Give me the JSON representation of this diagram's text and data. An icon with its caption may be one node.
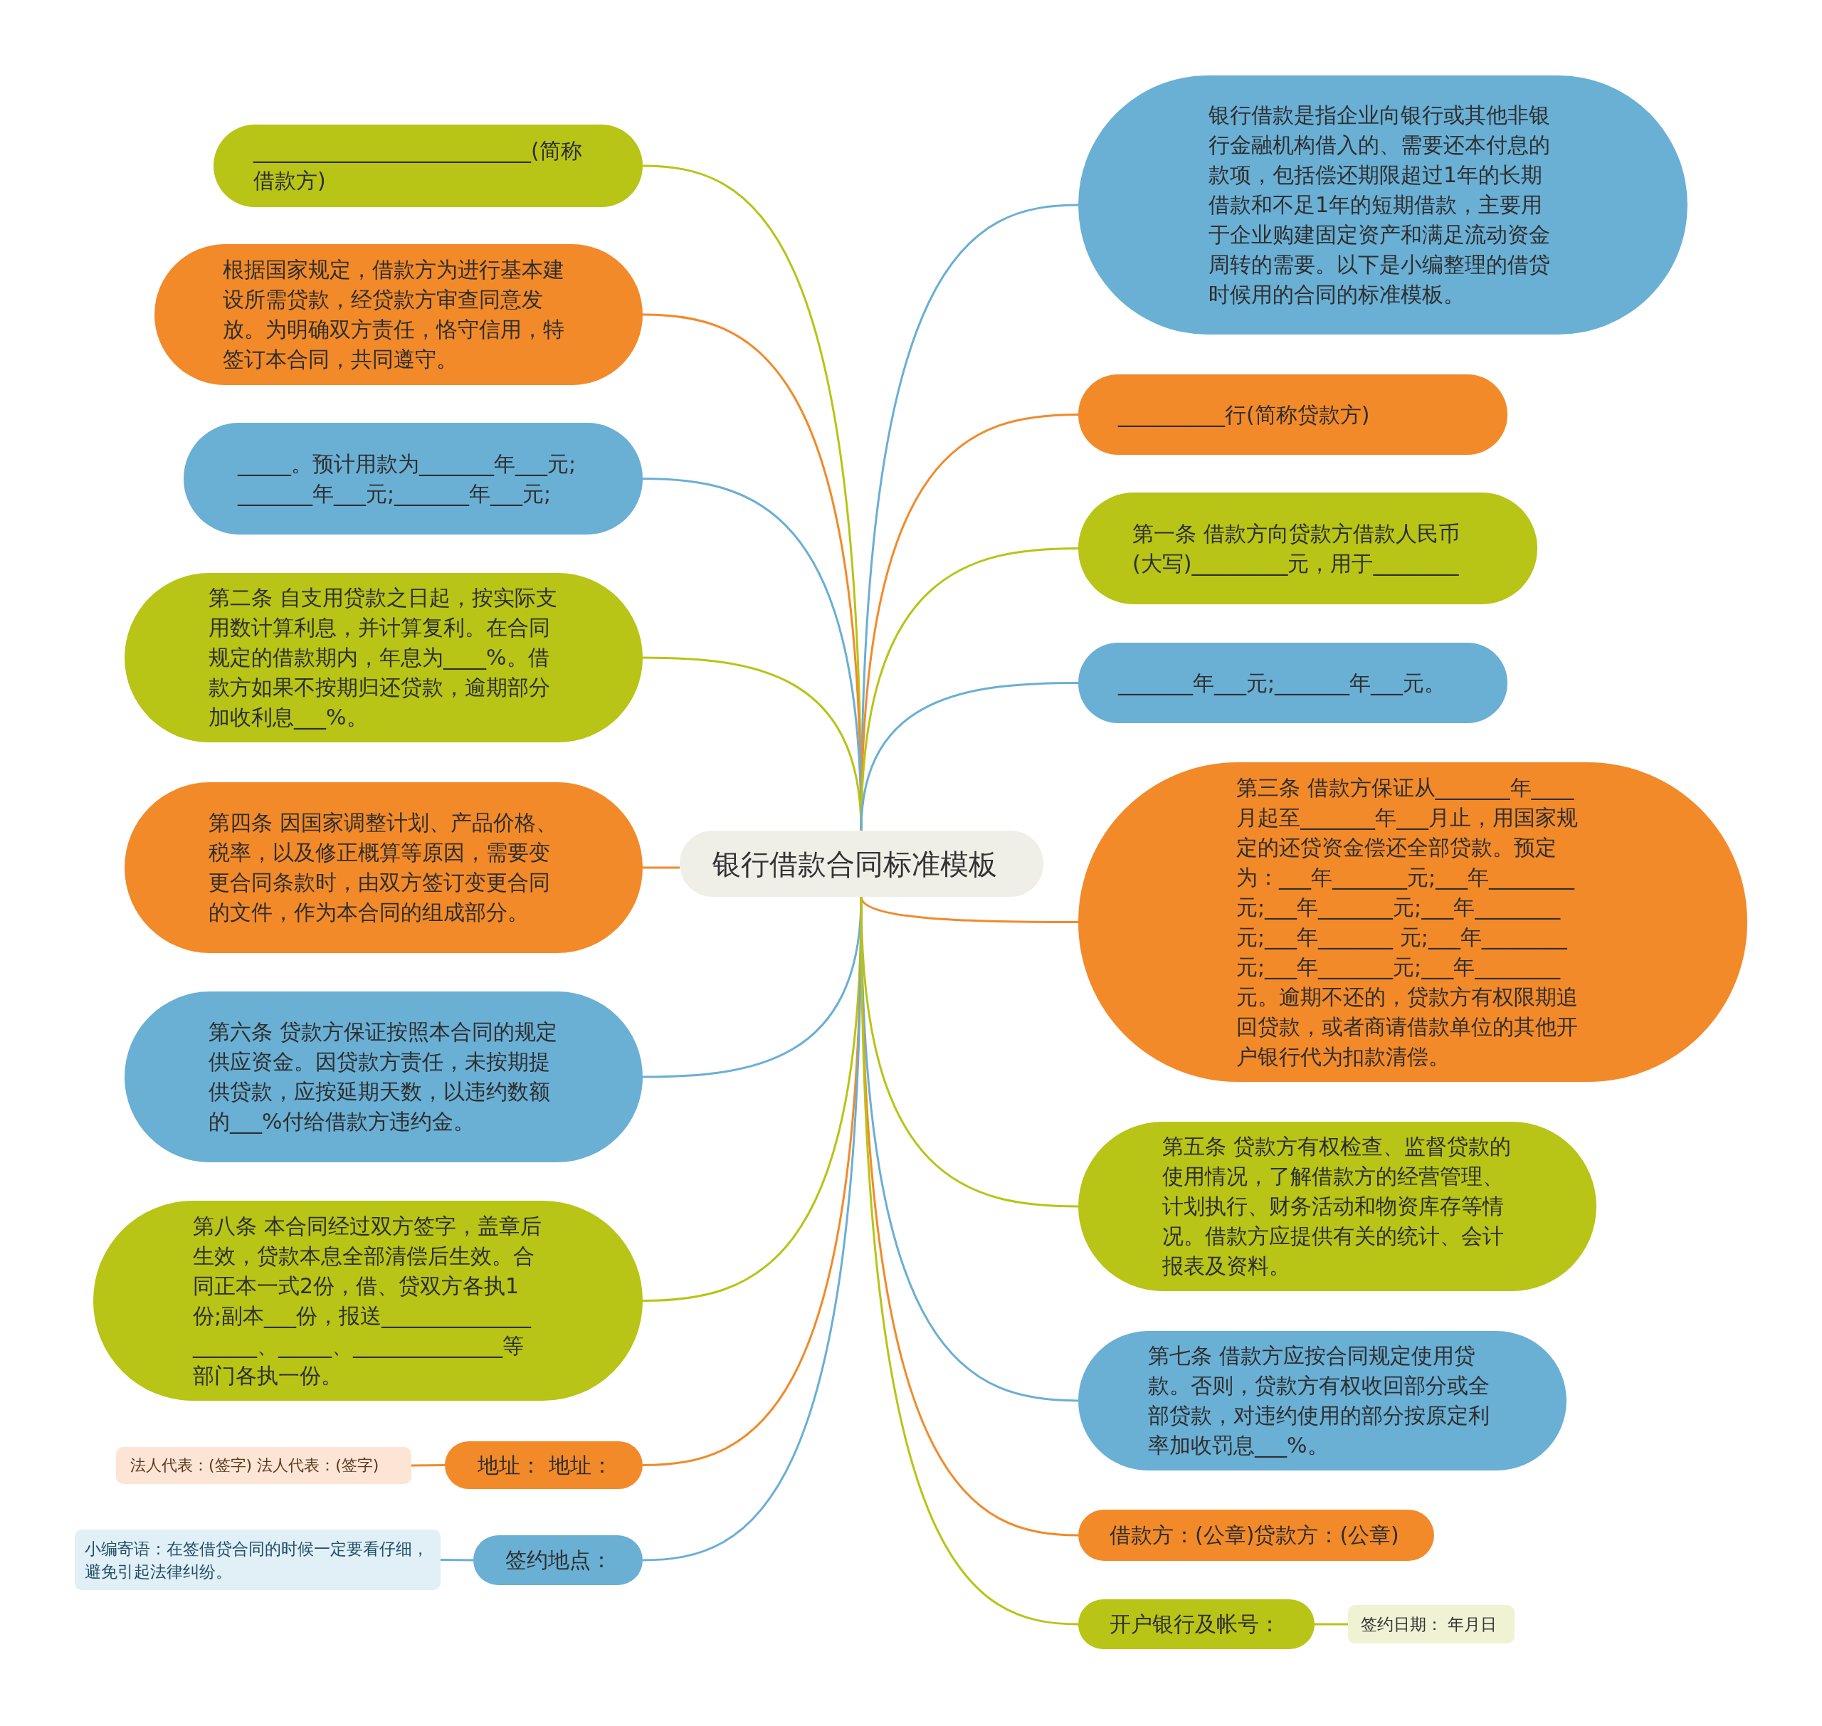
{
  "diagram": {
    "nodes": [
      {
        "text": [
          "银行借款合同标准模板"
        ]
      },
      {
        "text": [
          "__________________________(简称借款方)"
        ]
      },
      {
        "text": [
          "根据国家规定，借款方为进行基本建设所需贷款，经贷款方审查同意发放。为明确双方责任，恪守信用，特签订本合同，共同遵守。"
        ]
      },
      {
        "text": [
          "_____。预计用款为_______年___元;_______年___元;_______年___元;"
        ]
      },
      {
        "text": [
          "第二条 自支用贷款之日起，按实际支用数计算利息，并计算复利。在合同规定的借款期内，年息为____%。借款方如果不按期归还贷款，逾期部分加收利息___%。"
        ]
      },
      {
        "text": [
          "第四条 因国家调整计划、产品价格、税率，以及修正概算等原因，需要变更合同条款时，由双方签订变更合同的文件，作为本合同的组成部分。"
        ]
      },
      {
        "text": [
          "第六条 贷款方保证按照本合同的规定供应资金。因贷款方责任，未按期提供贷款，应按延期天数，以违约数额的___%付给借款方违约金。"
        ]
      },
      {
        "text": [
          "第八条 本合同经过双方签字，盖章后生效，贷款本息全部清偿后生效。合同正本一式2份，借、贷双方各执1份;副本___份，报送____________________、_____、______________等部门各执一份。"
        ]
      },
      {
        "text": [
          "地址： 地址："
        ]
      },
      {
        "text": [
          "法人代表：(签字) 法人代表：(签字)"
        ]
      },
      {
        "text": [
          "签约地点："
        ]
      },
      {
        "text": [
          "小编寄语：在签借贷合同的时候一定要看仔细，避免引起法律纠纷。"
        ]
      },
      {
        "text": [
          "银行借款是指企业向银行或其他非银行金融机构借入的、需要还本付息的款项，包括偿还期限超过1年的长期借款和不足1年的短期借款，主要用于企业购建固定资产和满足流动资金周转的需要。以下是小编整理的借贷时候用的合同的标准模板。"
        ]
      },
      {
        "text": [
          "__________行(简称贷款方)"
        ]
      },
      {
        "text": [
          "第一条 借款方向贷款方借款人民币(大写)_________元，用于________"
        ]
      },
      {
        "text": [
          "_______年___元;_______年___元。"
        ]
      },
      {
        "text": [
          "第三条 借款方保证从_______年____月起至_______年___月止，用国家规定的还贷资金偿还全部贷款。预定为：___年_______元;___年________元;___年_______元;___年________元;___年_______ 元;___年________元;___年_______元;___年________元。逾期不还的，贷款方有权限期追回贷款，或者商请借款单位的其他开户银行代为扣款清偿。"
        ]
      },
      {
        "text": [
          "第五条 贷款方有权检查、监督贷款的使用情况，了解借款方的经营管理、计划执行、财务活动和物资库存等情况。借款方应提供有关的统计、会计报表及资料。"
        ]
      },
      {
        "text": [
          "第七条 借款方应按合同规定使用贷款。否则，贷款方有权收回部分或全部贷款，对违约使用的部分按原定利率加收罚息___%。"
        ]
      },
      {
        "text": [
          "借款方：(公章)贷款方：(公章)"
        ]
      },
      {
        "text": [
          "开户银行及帐号："
        ]
      },
      {
        "text": [
          "签约日期： 年月日"
        ]
      }
    ],
    "edges": [
      {
        "from": 0,
        "to": 1,
        "arrow": "none",
        "color": "#b8c416"
      },
      {
        "from": 0,
        "to": 2,
        "arrow": "none",
        "color": "#f28a2a"
      },
      {
        "from": 0,
        "to": 3,
        "arrow": "none",
        "color": "#6aafd4"
      },
      {
        "from": 0,
        "to": 4,
        "arrow": "none",
        "color": "#b8c416"
      },
      {
        "from": 0,
        "to": 5,
        "arrow": "none",
        "color": "#f28a2a"
      },
      {
        "from": 0,
        "to": 6,
        "arrow": "none",
        "color": "#6aafd4"
      },
      {
        "from": 0,
        "to": 7,
        "arrow": "none",
        "color": "#b8c416"
      },
      {
        "from": 0,
        "to": 8,
        "arrow": "none",
        "color": "#f28a2a"
      },
      {
        "from": 8,
        "to": 9,
        "arrow": "none",
        "color": "#f28a2a"
      },
      {
        "from": 0,
        "to": 10,
        "arrow": "none",
        "color": "#6aafd4"
      },
      {
        "from": 10,
        "to": 11,
        "arrow": "none",
        "color": "#6aafd4"
      },
      {
        "from": 0,
        "to": 12,
        "arrow": "none",
        "color": "#6aafd4"
      },
      {
        "from": 0,
        "to": 13,
        "arrow": "none",
        "color": "#f28a2a"
      },
      {
        "from": 0,
        "to": 14,
        "arrow": "none",
        "color": "#b8c416"
      },
      {
        "from": 0,
        "to": 15,
        "arrow": "none",
        "color": "#6aafd4"
      },
      {
        "from": 0,
        "to": 16,
        "arrow": "none",
        "color": "#f28a2a"
      },
      {
        "from": 0,
        "to": 17,
        "arrow": "none",
        "color": "#b8c416"
      },
      {
        "from": 0,
        "to": 18,
        "arrow": "none",
        "color": "#6aafd4"
      },
      {
        "from": 0,
        "to": 19,
        "arrow": "none",
        "color": "#f28a2a"
      },
      {
        "from": 0,
        "to": 20,
        "arrow": "none",
        "color": "#b8c416"
      },
      {
        "from": 20,
        "to": 21,
        "arrow": "none",
        "color": "#b8c416"
      }
    ]
  }
}
